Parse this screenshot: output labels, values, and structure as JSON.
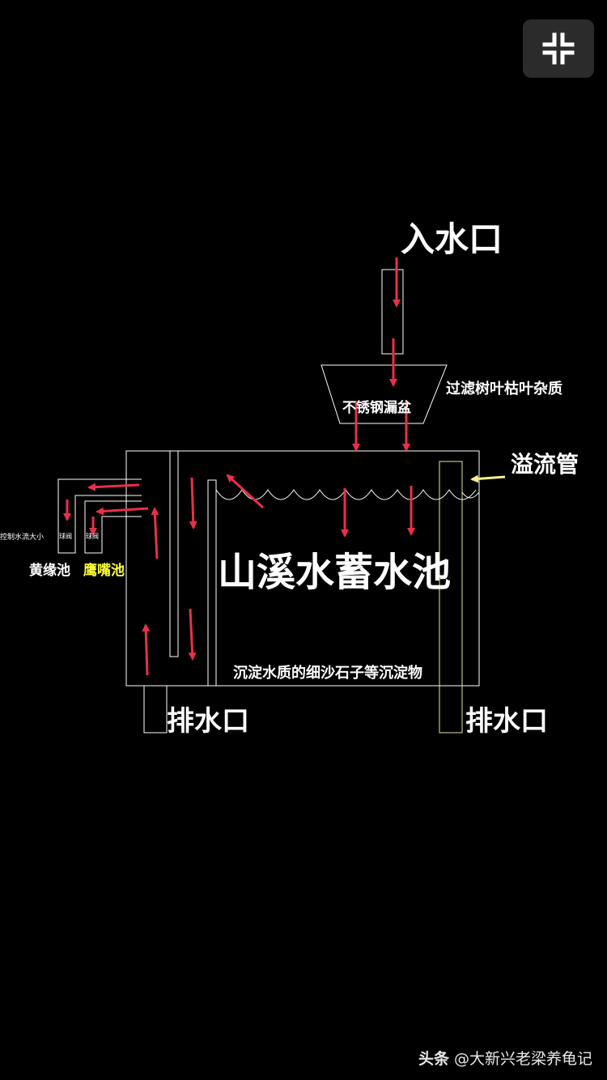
{
  "diagram": {
    "labels": {
      "inlet": "入水口",
      "basin": "不锈钢漏盆",
      "filter_note": "过滤树叶枯叶杂质",
      "overflow_pipe": "溢流管",
      "pool": "山溪水蓄水池",
      "sediment_note": "沉淀水质的细沙石子等沉淀物",
      "drain_left": "排水口",
      "drain_right": "排水口",
      "control_note": "控制水流大小",
      "valve_left": "球阀",
      "valve_right": "球阀",
      "pond_left": "黄缘池",
      "pond_right": "鹰嘴池"
    },
    "colors": {
      "background": "#000000",
      "line": "#ffffff",
      "overflow_line": "#e6e6a0",
      "arrow": "#e8304a",
      "overflow_arrow": "#f5f08a",
      "pond_right_label": "#ffff33"
    }
  },
  "toolbar": {
    "exit_fullscreen_icon": "collapse-icon"
  },
  "watermark": {
    "brand": "头条",
    "handle": "@大新兴老梁养龟记"
  }
}
